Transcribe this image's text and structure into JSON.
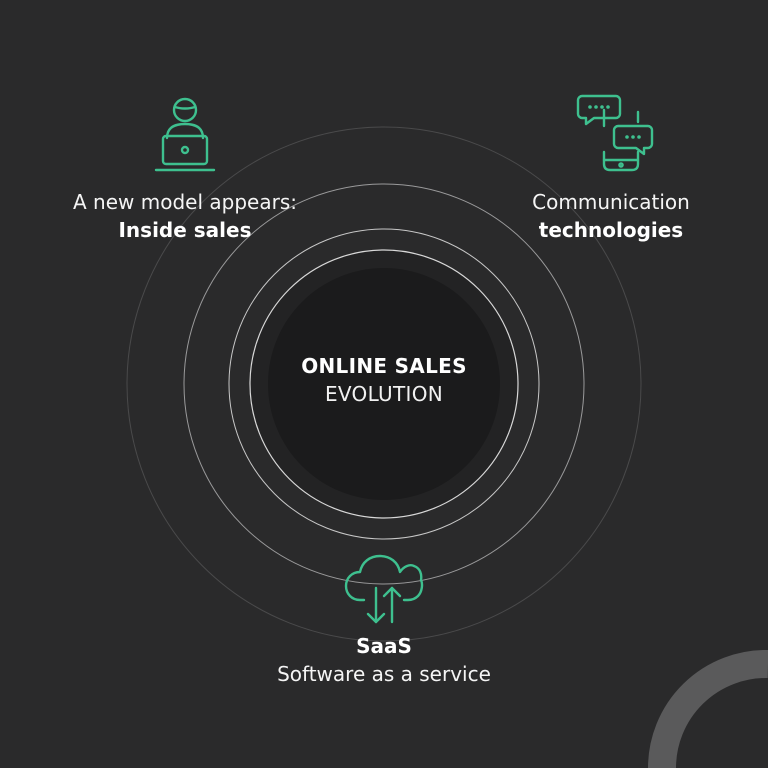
{
  "center": {
    "title": "ONLINE SALES",
    "subtitle": "EVOLUTION"
  },
  "items": [
    {
      "line1": "A new model appears:",
      "line2": "Inside sales",
      "icon": "person-laptop-icon"
    },
    {
      "line1": "Communication",
      "line2": "technologies",
      "icon": "smartphone-chat-icon"
    },
    {
      "line1": "SaaS",
      "line2": "Software as a service",
      "icon": "cloud-sync-icon"
    }
  ],
  "colors": {
    "background": "#2a2a2b",
    "accent": "#3ec08f",
    "core": "#1b1b1c",
    "halo": "#232324",
    "ring": "#d8d8d8",
    "corner_arc": "#5a5a5b",
    "text": "#ffffff"
  }
}
